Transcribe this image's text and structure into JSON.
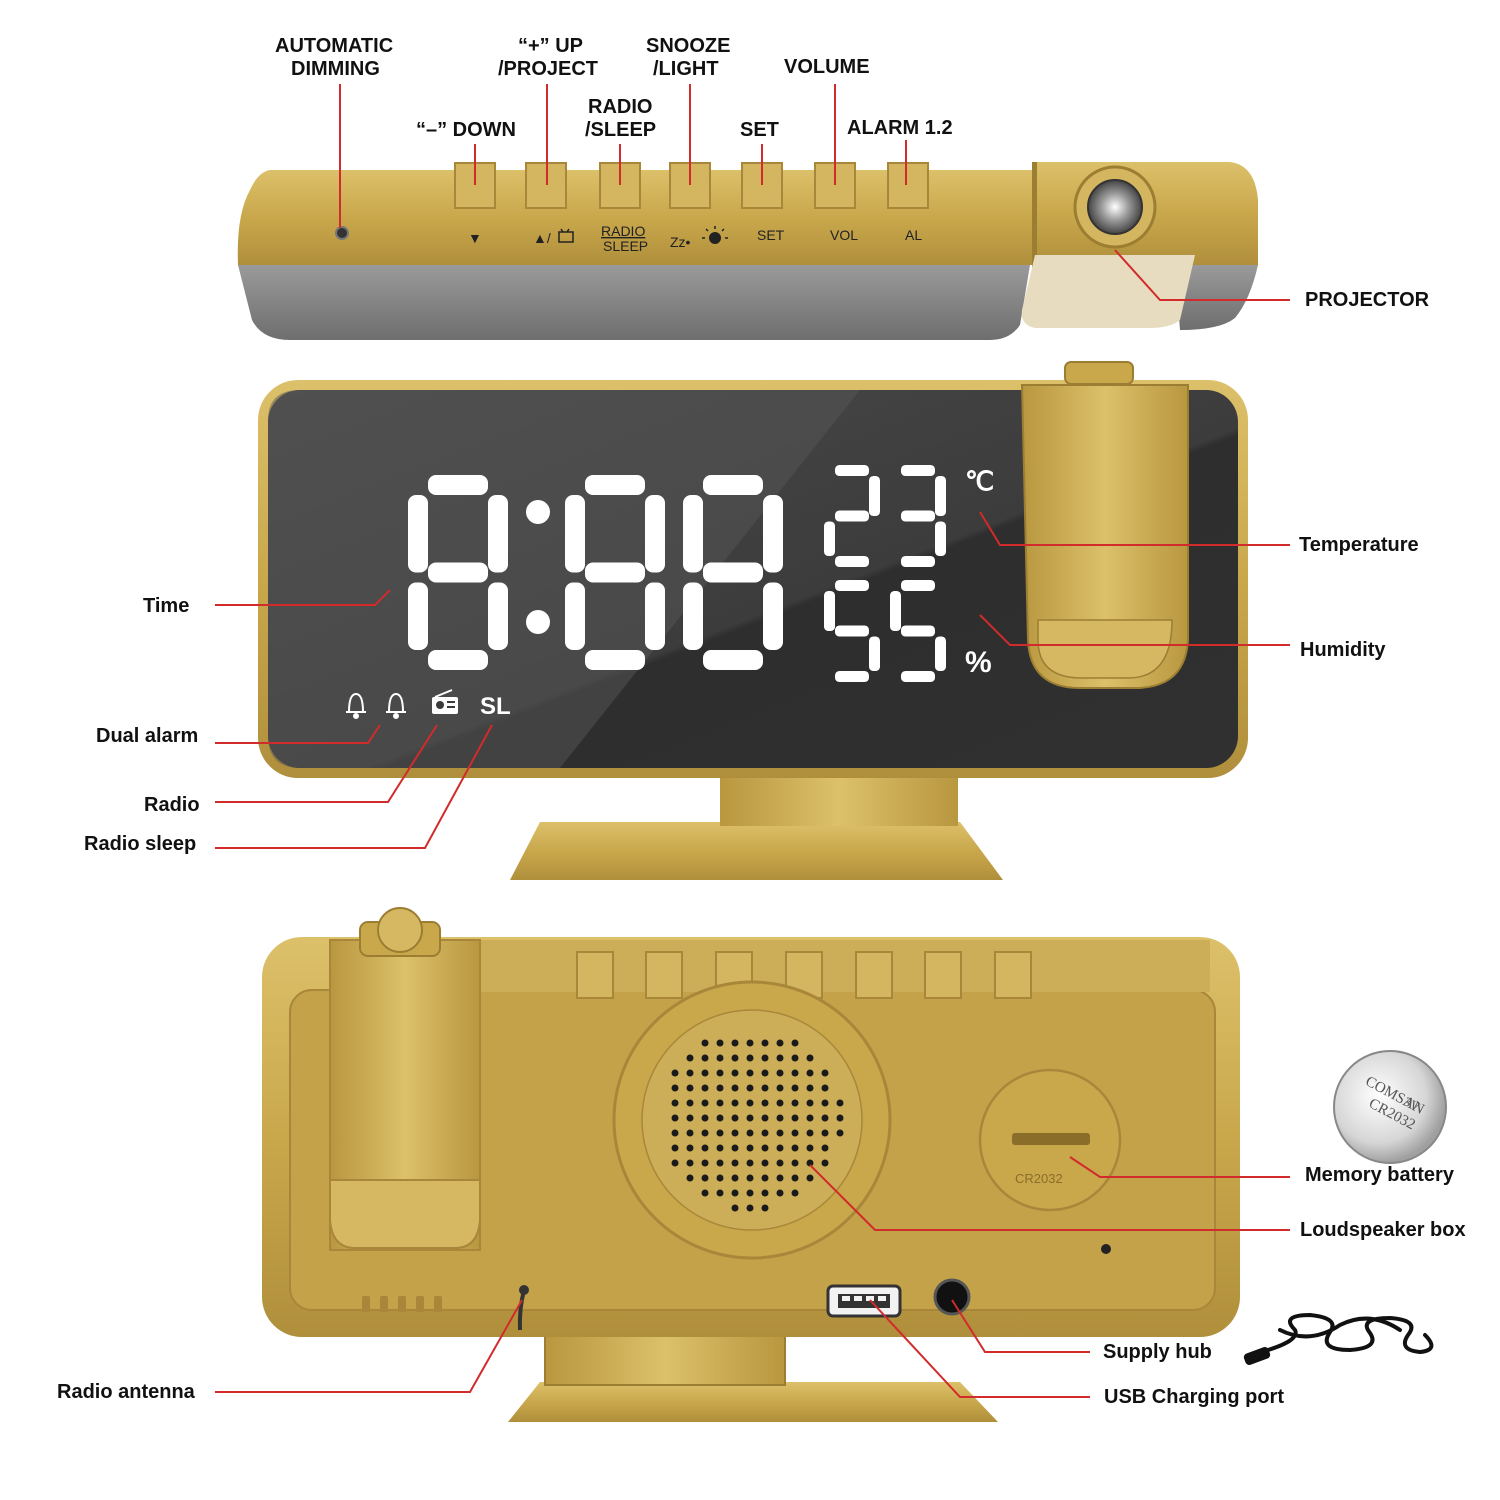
{
  "labels": {
    "top": {
      "automatic_dimming": [
        "AUTOMATIC",
        "DIMMING"
      ],
      "up_project": [
        "“+” UP",
        "/PROJECT"
      ],
      "snooze_light": [
        "SNOOZE",
        "/LIGHT"
      ],
      "down": "“–” DOWN",
      "radio_sleep": [
        "RADIO",
        "/SLEEP"
      ],
      "volume": "VOLUME",
      "set": "SET",
      "alarm": "ALARM 1.2",
      "projector": "PROJECTOR"
    },
    "front": {
      "time": "Time",
      "temperature": "Temperature",
      "humidity": "Humidity",
      "dual_alarm": "Dual alarm",
      "radio": "Radio",
      "radio_sleep": "Radio sleep"
    },
    "back": {
      "memory_battery": "Memory battery",
      "loudspeaker_box": "Loudspeaker box",
      "supply_hub": "Supply hub",
      "usb_charging_port": "USB Charging port",
      "radio_antenna": "Radio antenna"
    }
  },
  "button_marks": {
    "down": "▼",
    "up": "▲/",
    "radio_sleep": [
      "RADIO",
      "SLEEP"
    ],
    "snooze": "Zz•",
    "set": "SET",
    "vol": "VOL",
    "al": "AL"
  },
  "display": {
    "time": "8:88",
    "temperature": "23",
    "temp_unit": "℃",
    "humidity": "55",
    "humidity_unit": "%",
    "sleep_indicator": "SL"
  },
  "battery": {
    "text": [
      "COMSAN",
      "CR2032",
      "3V"
    ],
    "compartment_text": "CR2032"
  },
  "colors": {
    "gold": "#c9a84c",
    "gold_dark": "#a8873a",
    "gold_light": "#e0c878",
    "screen": "#3a3a3a",
    "leader": "#d12b2b"
  }
}
